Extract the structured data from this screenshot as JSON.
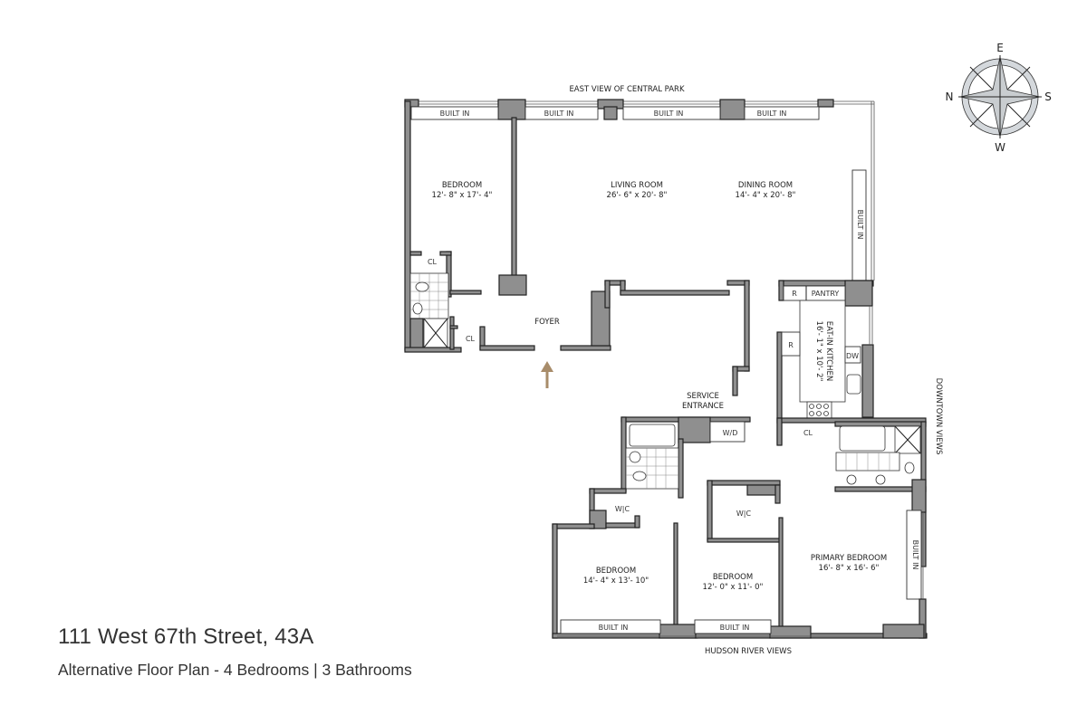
{
  "header": {
    "address": "111 West 67th Street, 43A",
    "subtitle": "Alternative Floor Plan - 4 Bedrooms | 3 Bathrooms"
  },
  "compass": {
    "top": "E",
    "left": "N",
    "right": "S",
    "bottom": "W"
  },
  "views": {
    "east": "EAST VIEW OF CENTRAL PARK",
    "hudson": "HUDSON RIVER VIEWS",
    "downtown": "DOWNTOWN VIEWS"
  },
  "rooms": {
    "bedroom_nw": {
      "name": "BEDROOM",
      "dims": "12'- 8\" x 17'- 4\""
    },
    "living": {
      "name": "LIVING ROOM",
      "dims": "26'- 6\" x 20'- 8\""
    },
    "dining": {
      "name": "DINING ROOM",
      "dims": "14'- 4\" x 20'- 8\""
    },
    "foyer": {
      "name": "FOYER"
    },
    "kitchen": {
      "name": "EAT-IN KITCHEN",
      "dims": "16'- 1\" x 10'- 2\""
    },
    "service": {
      "line1": "SERVICE",
      "line2": "ENTRANCE"
    },
    "bedroom_sw": {
      "name": "BEDROOM",
      "dims": "14'- 4\" x 13'- 10\""
    },
    "bedroom_s": {
      "name": "BEDROOM",
      "dims": "12'- 0\" x 11'- 0\""
    },
    "primary": {
      "name": "PRIMARY BEDROOM",
      "dims": "16'- 8\" x 16'- 6\""
    }
  },
  "fixtures": {
    "built_in": "BUILT IN",
    "closet": "CL",
    "walk_in_closet": "W|C",
    "pantry": "PANTRY",
    "refrigerator": "R",
    "dishwasher": "DW",
    "washer_dryer": "W/D"
  },
  "colors": {
    "wall_fill": "#8f8f8f",
    "line": "#222222",
    "entry_arrow": "#a88c6a",
    "compass_ring": "#d4d8dc"
  }
}
